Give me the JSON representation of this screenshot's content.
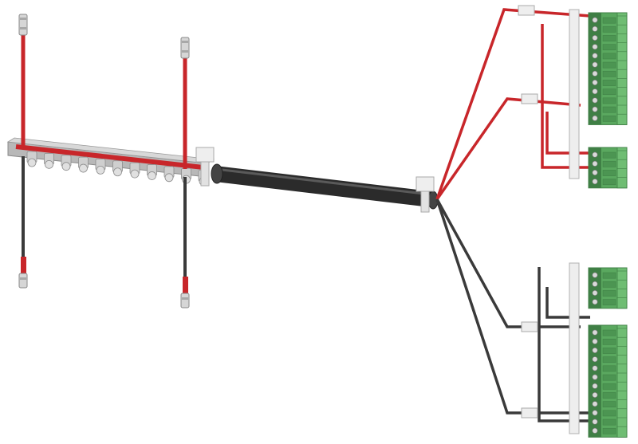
{
  "diagram": {
    "subject": "wiring harness",
    "colors": {
      "background": "#ffffff",
      "wire_red": "#c8262a",
      "wire_black": "#3a3a3a",
      "sheath": "#2b2b2b",
      "clip_white": "#eeeeee",
      "terminal_green": "#5aa85f",
      "terminal_green_dark": "#3f7f45",
      "ferrule_silver": "#c9c9c9",
      "rail_silver": "#b5b5b5"
    },
    "icons": {
      "ferrule": "ferrule-icon",
      "terminal_block": "terminal-block-icon",
      "cable_clip": "cable-clip-icon"
    },
    "terminal_blocks": [
      {
        "name": "upper-large",
        "poles": 12
      },
      {
        "name": "upper-small",
        "poles": 4
      },
      {
        "name": "lower-small",
        "poles": 4
      },
      {
        "name": "lower-large",
        "poles": 12
      }
    ],
    "busbar": {
      "segments": 11
    }
  }
}
